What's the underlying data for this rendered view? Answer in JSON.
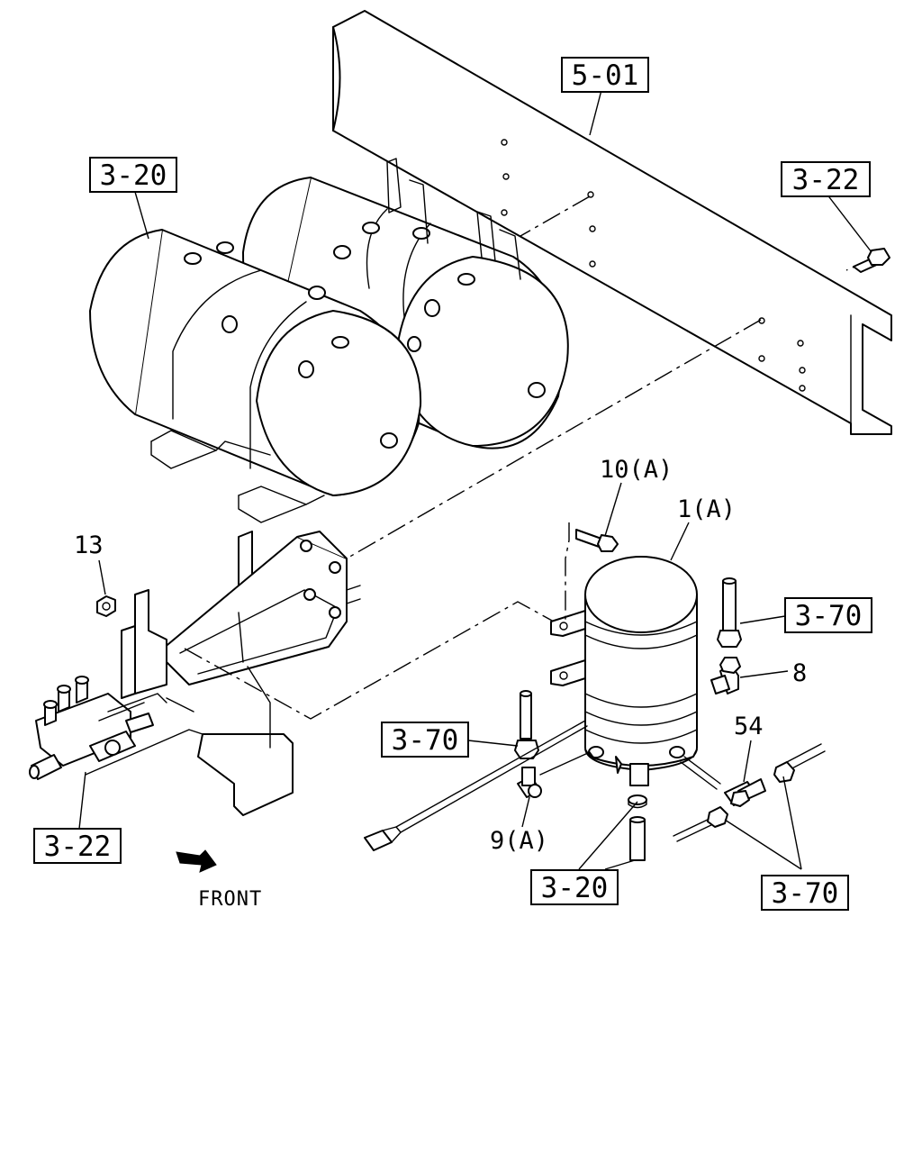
{
  "diagram": {
    "refs": {
      "frame": "5-01",
      "tanks": "3-20",
      "bolt_top_right": "3-22",
      "valve_bottom_left": "3-22",
      "pipe_right": "3-70",
      "pipe_left": "3-70",
      "bottom_center": "3-20",
      "bottom_right": "3-70"
    },
    "parts": {
      "bolt": "10(A)",
      "dryer": "1(A)",
      "nut": "13",
      "elbow": "8",
      "tee": "54",
      "fitting": "9(A)"
    },
    "direction": "FRONT"
  }
}
